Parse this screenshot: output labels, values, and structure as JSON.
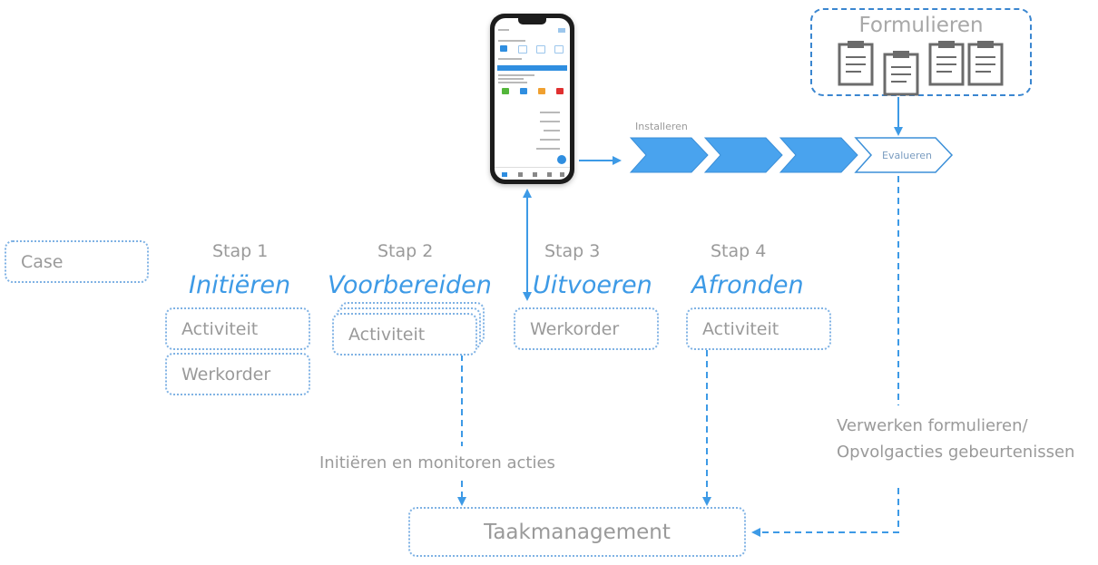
{
  "process": {
    "chevrons_label": "Installeren",
    "last_chevron_label": "Evalueren"
  },
  "forms": {
    "title": "Formulieren",
    "icon": "clipboard-icon",
    "count": 4
  },
  "phone": {
    "icon": "smartphone-icon"
  },
  "case": {
    "label": "Case"
  },
  "steps": [
    {
      "step": "Stap 1",
      "phase": "Initiëren",
      "items": [
        "Activiteit",
        "Werkorder"
      ]
    },
    {
      "step": "Stap 2",
      "phase": "Voorbereiden",
      "items": [
        "Activiteit"
      ]
    },
    {
      "step": "Stap 3",
      "phase": "Uitvoeren",
      "items": [
        "Werkorder"
      ]
    },
    {
      "step": "Stap 4",
      "phase": "Afronden",
      "items": [
        "Activiteit"
      ]
    }
  ],
  "notes": {
    "monitor": "Initiëren en monitoren acties",
    "forms_line1": "Verwerken formulieren/",
    "forms_line2": "Opvolgacties gebeurtenissen"
  },
  "task_management": {
    "label": "Taakmanagement"
  },
  "colors": {
    "accent": "#3d9ae6",
    "chevron_fill": "#49a3ee",
    "text_gray": "#9a9a9a",
    "border_dotted": "#7fb2e4"
  }
}
